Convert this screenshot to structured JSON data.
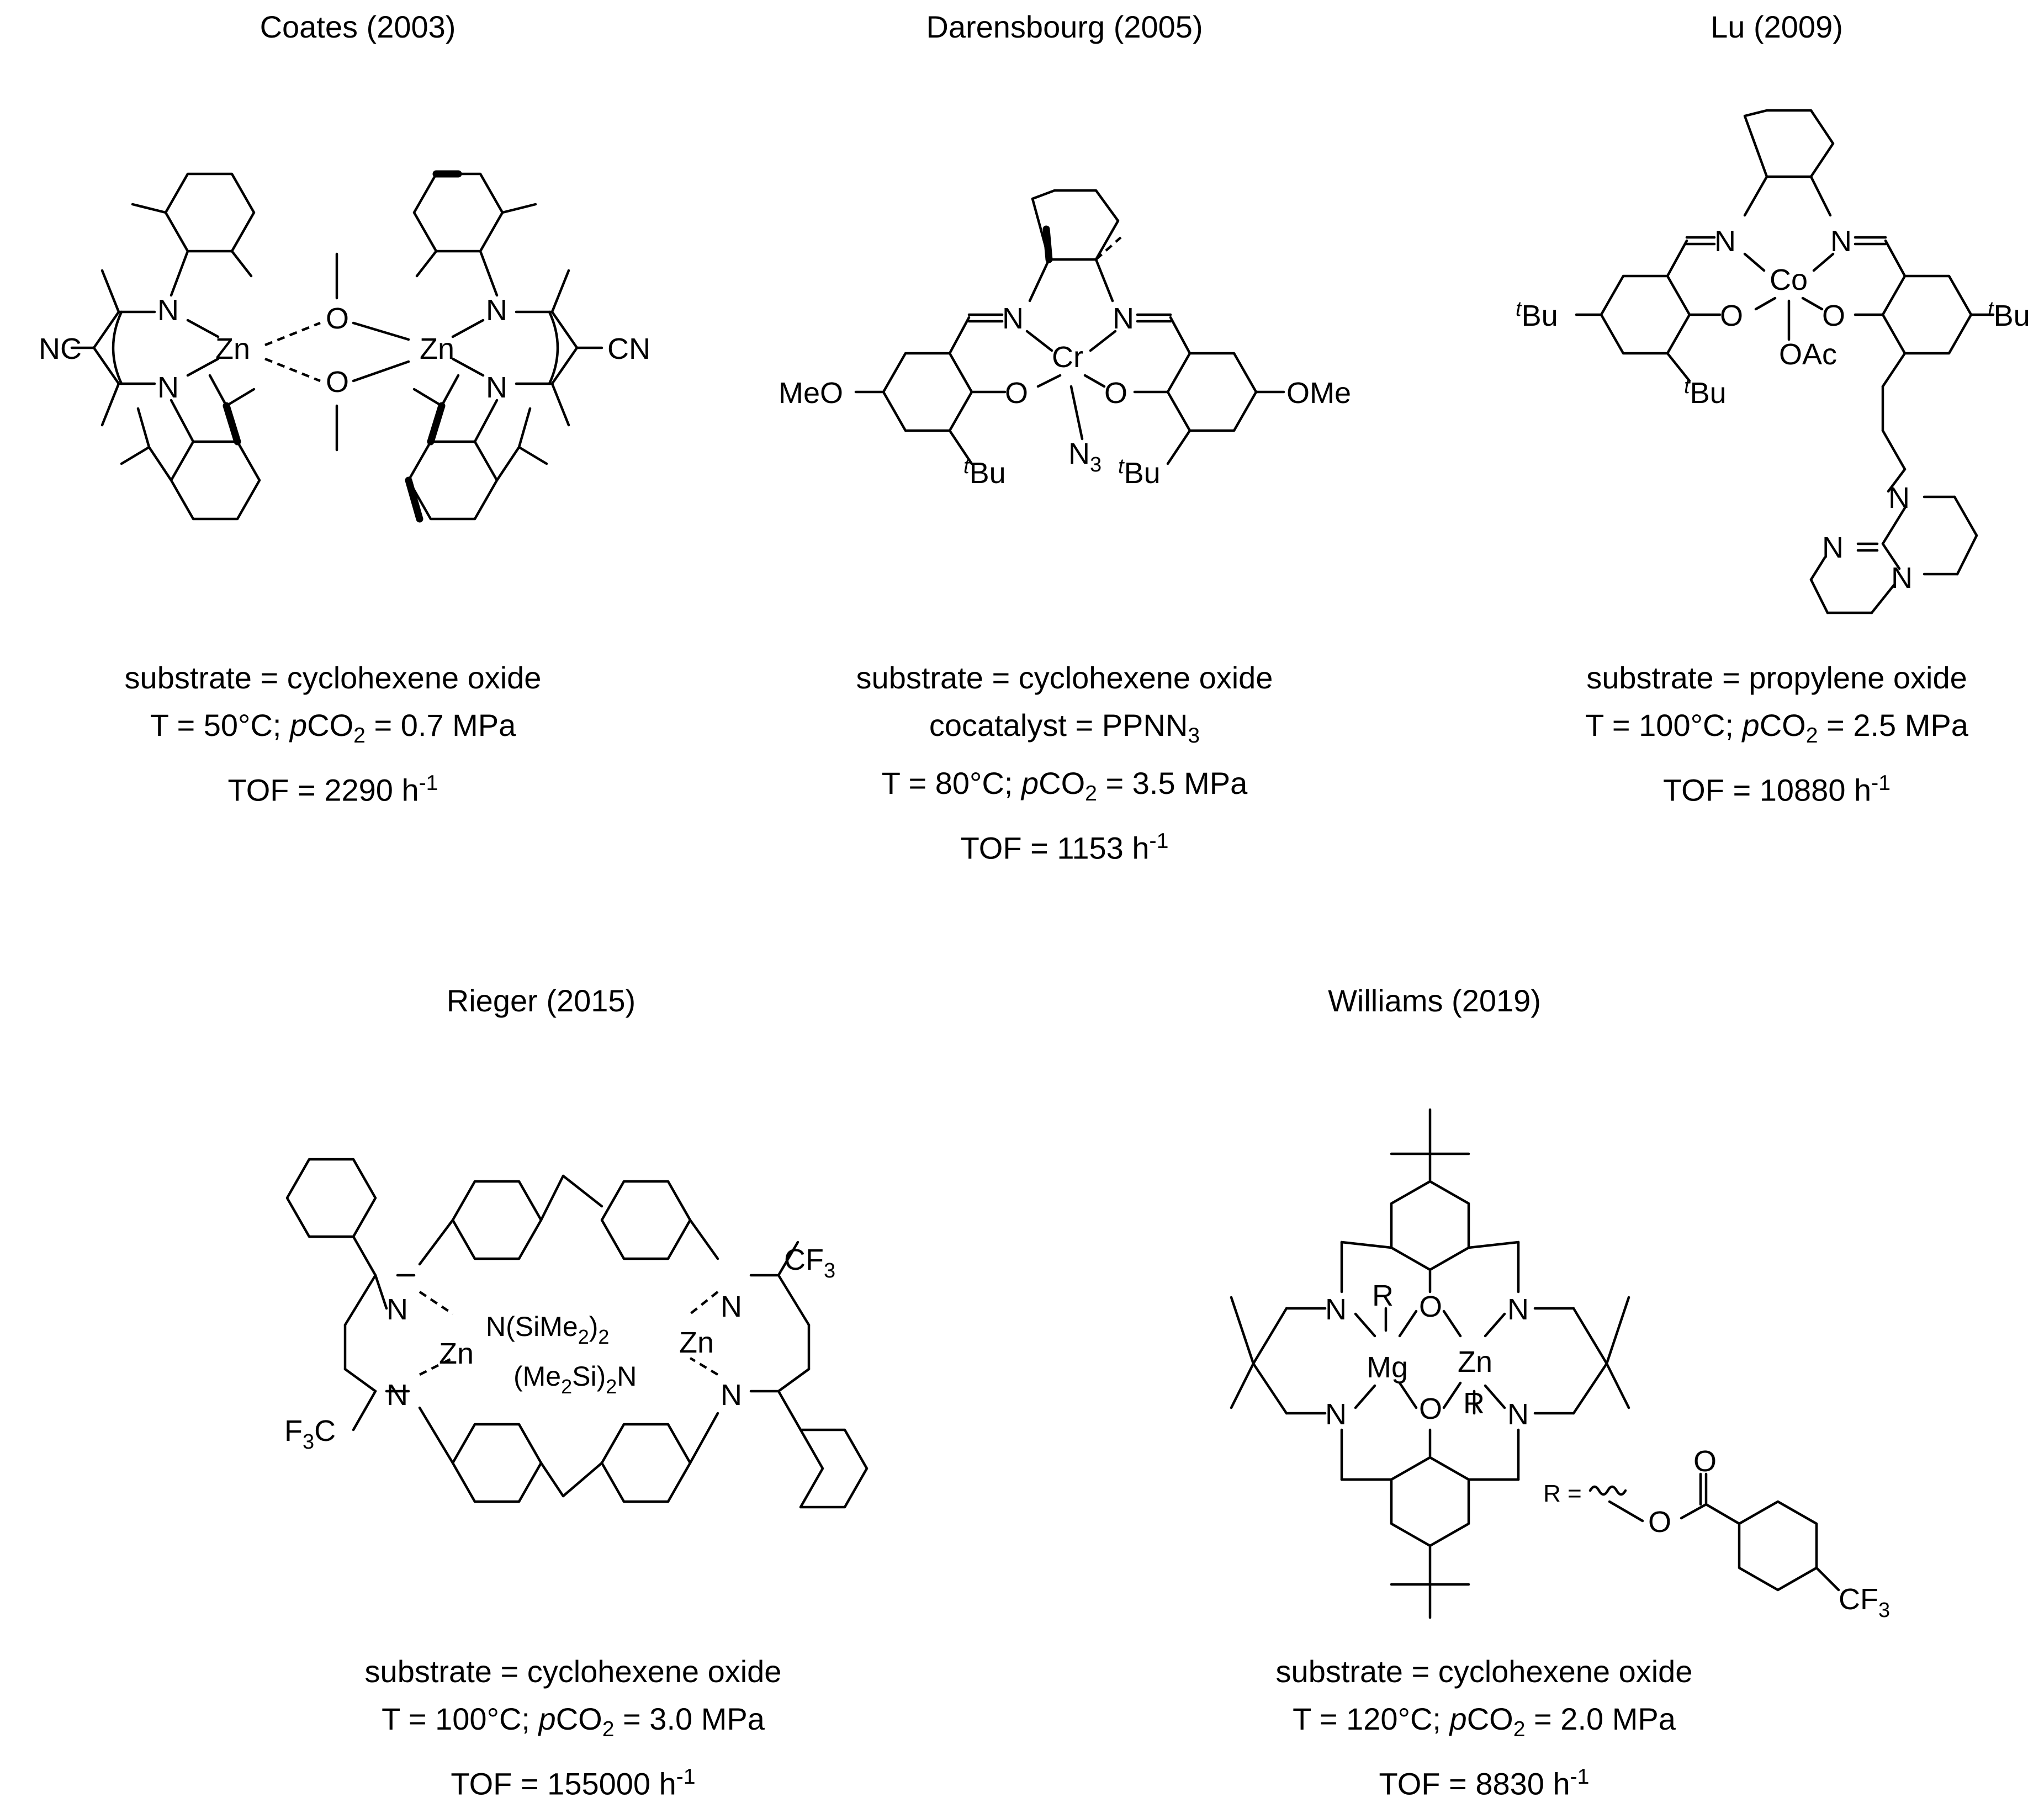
{
  "catalysts": [
    {
      "title": "Coates (2003)",
      "atom_labels": [
        "NC",
        "CN",
        "Zn",
        "Zn",
        "N",
        "N",
        "N",
        "N",
        "O",
        "O"
      ],
      "conditions": {
        "substrate": "substrate = cyclohexene oxide",
        "temp_prefix": "T = 50°C; ",
        "p_italic": "p",
        "p_co": "CO",
        "p_sub": "2",
        "p_value": " = 0.7 MPa",
        "tof_prefix": "TOF = 2290 h",
        "tof_sup": "-1"
      }
    },
    {
      "title": "Darensbourg (2005)",
      "atom_labels": [
        "MeO",
        "OMe",
        "Cr",
        "N",
        "N",
        "O",
        "O",
        "N",
        "3",
        "t",
        "Bu",
        "t",
        "Bu"
      ],
      "conditions": {
        "substrate": "substrate = cyclohexene oxide",
        "cocatalyst_prefix": "cocatalyst = PPNN",
        "cocatalyst_sub": "3",
        "temp_prefix": "T = 80°C; ",
        "p_italic": "p",
        "p_co": "CO",
        "p_sub": "2",
        "p_value": " = 3.5 MPa",
        "tof_prefix": "TOF = 1153 h",
        "tof_sup": "-1"
      }
    },
    {
      "title": "Lu (2009)",
      "atom_labels": [
        "Co",
        "N",
        "N",
        "O",
        "O",
        "OAc",
        "t",
        "Bu",
        "t",
        "Bu",
        "t",
        "Bu",
        "N",
        "N",
        "N"
      ],
      "conditions": {
        "substrate": "substrate = propylene oxide",
        "temp_prefix": "T = 100°C; ",
        "p_italic": "p",
        "p_co": "CO",
        "p_sub": "2",
        "p_value": " = 2.5 MPa",
        "tof_prefix": "TOF = 10880 h",
        "tof_sup": "-1"
      }
    },
    {
      "title": "Rieger (2015)",
      "atom_labels": [
        "Zn",
        "Zn",
        "N",
        "N",
        "N",
        "N",
        "N(SiMe",
        "2",
        ")",
        "2",
        "(Me",
        "2",
        "Si)",
        "2",
        "N",
        "CF",
        "3",
        "F",
        "3",
        "C"
      ],
      "conditions": {
        "substrate": "substrate = cyclohexene oxide",
        "temp_prefix": "T = 100°C; ",
        "p_italic": "p",
        "p_co": "CO",
        "p_sub": "2",
        "p_value": " = 3.0 MPa",
        "tof_prefix": "TOF = 155000 h",
        "tof_sup": "-1"
      }
    },
    {
      "title": "Williams (2019)",
      "atom_labels": [
        "Mg",
        "Zn",
        "R",
        "R",
        "O",
        "O",
        "N",
        "N",
        "N",
        "N",
        "R =",
        "O",
        "O",
        "CF",
        "3"
      ],
      "conditions": {
        "substrate": "substrate = cyclohexene oxide",
        "temp_prefix": "T = 120°C; ",
        "p_italic": "p",
        "p_co": "CO",
        "p_sub": "2",
        "p_value": " = 2.0 MPa",
        "tof_prefix": "TOF = 8830 h",
        "tof_sup": "-1"
      }
    }
  ]
}
